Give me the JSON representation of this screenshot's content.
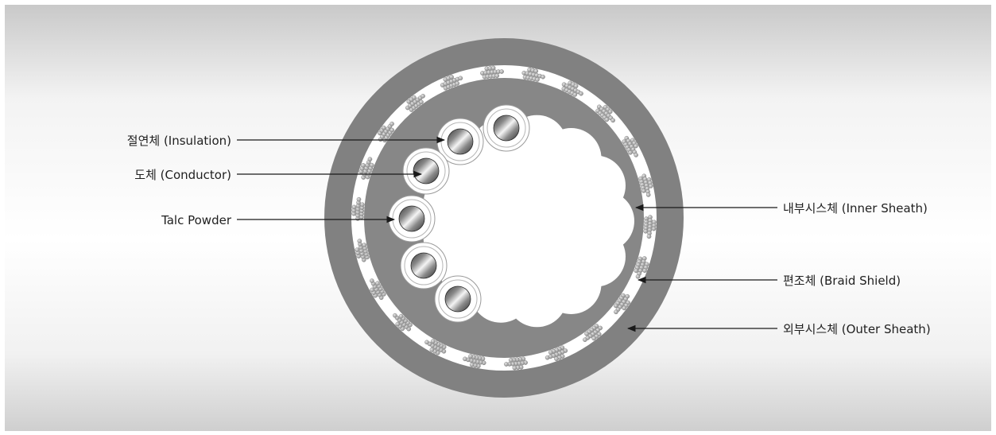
{
  "diagram": {
    "labels_left": [
      {
        "id": "insulation",
        "text": "절연체 (Insulation)"
      },
      {
        "id": "conductor",
        "text": "도체 (Conductor)"
      },
      {
        "id": "talc",
        "text": "Talc Powder"
      }
    ],
    "labels_right": [
      {
        "id": "inner-sheath",
        "text": "내부시스체 (Inner Sheath)"
      },
      {
        "id": "braid",
        "text": "편조체 (Braid Shield)"
      },
      {
        "id": "outer-sheath",
        "text": "외부시스체 (Outer Sheath)"
      }
    ],
    "colors": {
      "outer_sheath": "#818181",
      "inner_sheath": "#878787",
      "braid_gap": "#ffffff",
      "core": "#ffffff",
      "strand": "#a8a8a8",
      "leader_line": "#1a1a1a"
    }
  }
}
